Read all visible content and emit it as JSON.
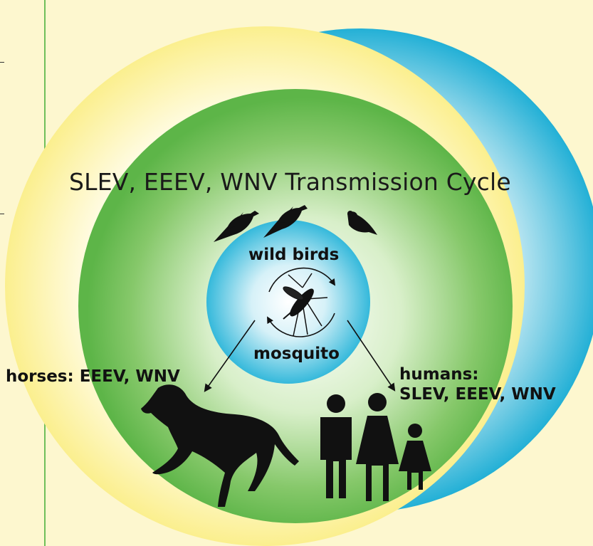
{
  "diagram": {
    "title": "SLEV, EEEV, WNV Transmission Cycle",
    "nodes": {
      "center": "wild birds",
      "vector": "mosquito",
      "horses": "horses: EEEV, WNV",
      "humans_line1": "humans:",
      "humans_line2": "SLEV, EEEV, WNV"
    }
  },
  "icons": [
    "bird-icon",
    "mosquito-icon",
    "cycle-arrows-icon",
    "horse-icon",
    "man-icon",
    "woman-icon",
    "child-icon"
  ],
  "colors": {
    "background": "#fdf7cf",
    "outer_ring_blue": "#2cb3d6",
    "outer_ring_yellow": "#fbf19c",
    "middle_green": "#63b94b",
    "inner_blue": "#3bbcdc",
    "rule": "#6fbf5a"
  }
}
